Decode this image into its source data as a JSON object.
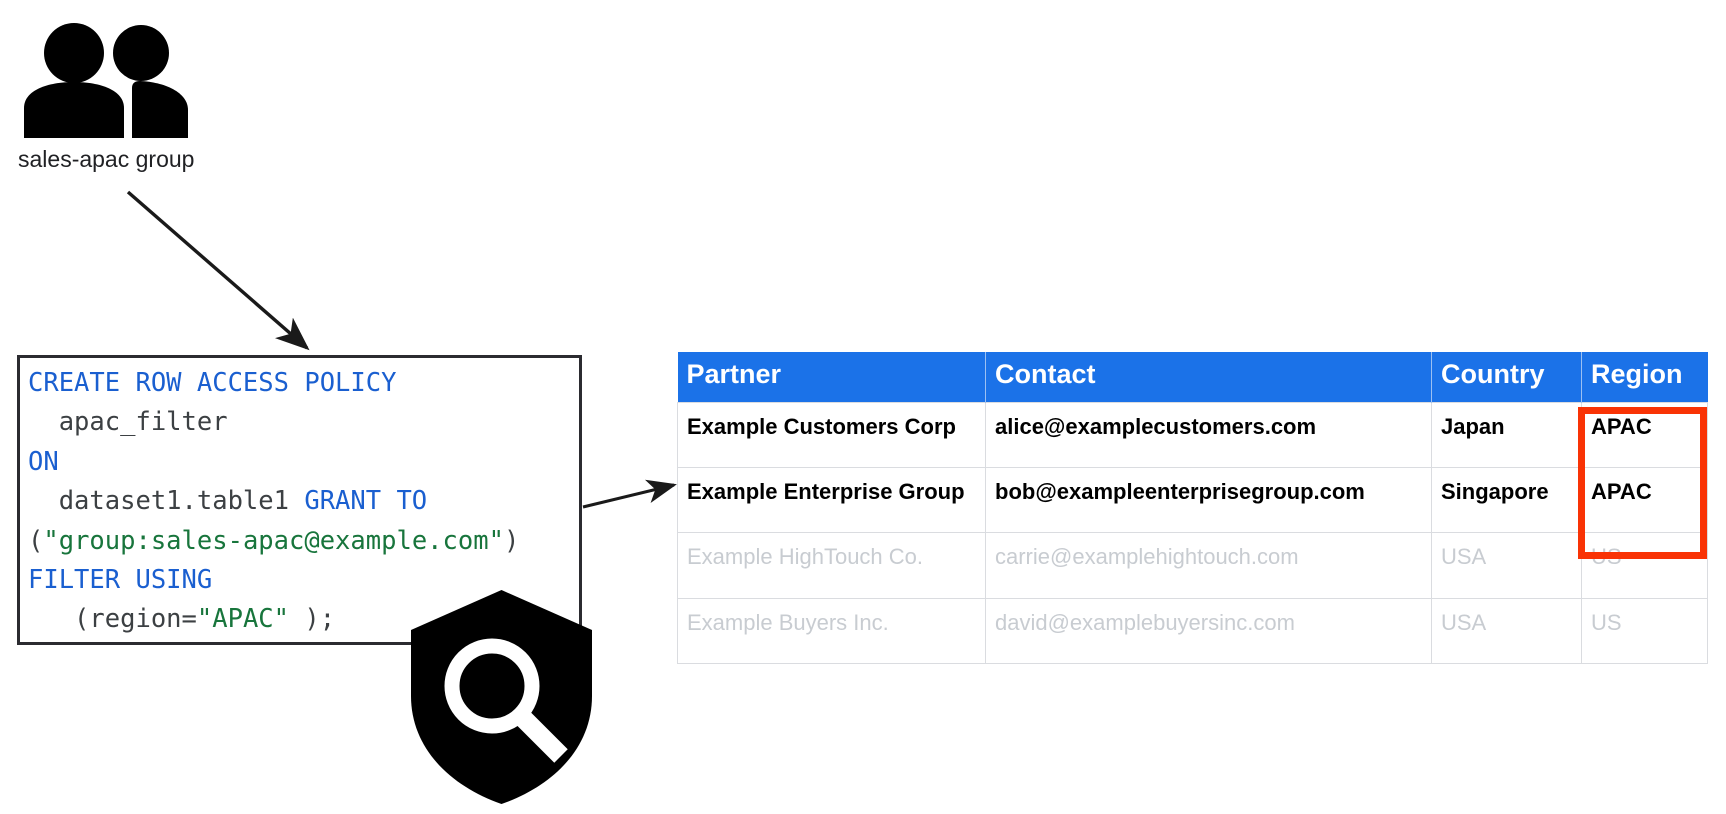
{
  "group_node": {
    "icon": "people-group-icon",
    "label": "sales-apac group"
  },
  "sql_box": {
    "icon": "shield-search-icon",
    "lines": [
      {
        "segments": [
          {
            "text": "CREATE ROW ACCESS POLICY",
            "style": "kw"
          }
        ]
      },
      {
        "segments": [
          {
            "text": "  apac_filter",
            "style": "plain"
          }
        ]
      },
      {
        "segments": [
          {
            "text": "ON",
            "style": "kw"
          }
        ]
      },
      {
        "segments": [
          {
            "text": "  dataset1.table1 ",
            "style": "plain"
          },
          {
            "text": "GRANT TO",
            "style": "kw"
          }
        ]
      },
      {
        "segments": [
          {
            "text": "(",
            "style": "punc"
          },
          {
            "text": "\"group:sales-apac@example.com\"",
            "style": "str"
          },
          {
            "text": ")",
            "style": "punc"
          }
        ]
      },
      {
        "segments": [
          {
            "text": "FILTER USING",
            "style": "kw"
          }
        ]
      },
      {
        "segments": [
          {
            "text": "   (region=",
            "style": "plain"
          },
          {
            "text": "\"APAC\"",
            "style": "str"
          },
          {
            "text": " );",
            "style": "plain"
          }
        ]
      }
    ],
    "full_text": "CREATE ROW ACCESS POLICY\n  apac_filter\nON\n  dataset1.table1 GRANT TO\n(\"group:sales-apac@example.com\")\nFILTER USING\n   (region=\"APAC\" );"
  },
  "table": {
    "columns": [
      "Partner",
      "Contact",
      "Country",
      "Region"
    ],
    "rows": [
      {
        "state": "active",
        "cells": [
          "Example Customers Corp",
          "alice@examplecustomers.com",
          "Japan",
          "APAC"
        ]
      },
      {
        "state": "active",
        "cells": [
          "Example Enterprise Group",
          "bob@exampleenterprisegroup.com",
          "Singapore",
          "APAC"
        ]
      },
      {
        "state": "dim",
        "cells": [
          "Example HighTouch Co.",
          "carrie@examplehightouch.com",
          "USA",
          "US"
        ]
      },
      {
        "state": "dim",
        "cells": [
          "Example Buyers Inc.",
          "david@examplebuyersinc.com",
          "USA",
          "US"
        ]
      }
    ]
  },
  "highlight": {
    "name": "region-highlight-box",
    "color": "#f93305",
    "covers": [
      "APAC",
      "APAC"
    ]
  },
  "colors": {
    "header_blue": "#1b72e8",
    "highlight_red": "#f93305",
    "sql_keyword_blue": "#1a5fd0",
    "sql_string_green": "#18753c",
    "dim_gray": "#c8ccd1",
    "border_gray": "#dadce0",
    "text_black": "#202124"
  },
  "connectors": [
    {
      "name": "group-to-policy-arrow",
      "from": "sales-apac group",
      "to": "CREATE ROW ACCESS POLICY"
    },
    {
      "name": "policy-to-table-arrow",
      "from": "policy box",
      "to": "partner table"
    }
  ]
}
